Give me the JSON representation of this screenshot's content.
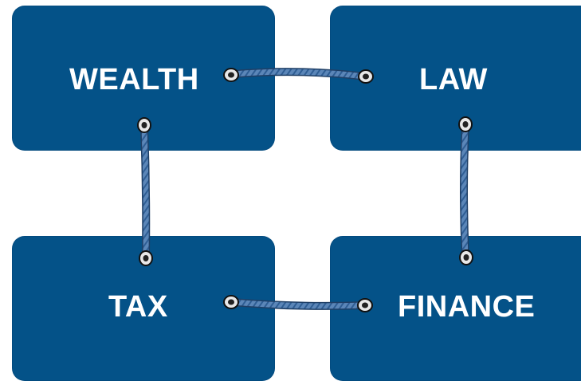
{
  "cards": {
    "wealth": "WEALTH",
    "law": "LAW",
    "tax": "TAX",
    "finance": "FINANCE"
  },
  "colors": {
    "card": "#045288",
    "label": "#ffffff",
    "lace": "#5b86b8"
  }
}
